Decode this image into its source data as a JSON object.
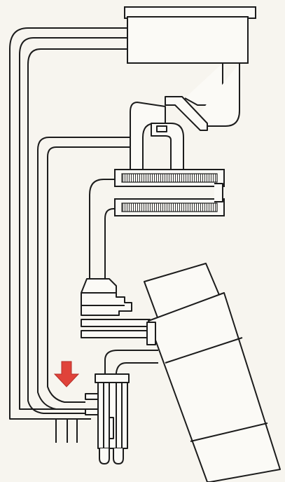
{
  "diagram": {
    "colors": {
      "background": "#f7f5ef",
      "line": "#1c1c1c",
      "fill": "#fbfaf6",
      "flow_arrow": "#e0433a"
    },
    "components": [
      {
        "id": "top-tank",
        "icon": "rectangular-tank"
      },
      {
        "id": "pipe-loop",
        "icon": "double-line-pipe"
      },
      {
        "id": "upper-cooler",
        "icon": "finned-tube"
      },
      {
        "id": "lower-cooler",
        "icon": "finned-tube"
      },
      {
        "id": "valve-coupler",
        "icon": "stepped-coupler"
      },
      {
        "id": "motor-unit",
        "icon": "tilted-cylinder"
      },
      {
        "id": "pump-assembly",
        "icon": "tube-bundle"
      },
      {
        "id": "flow-arrow",
        "icon": "down-arrow"
      }
    ]
  }
}
